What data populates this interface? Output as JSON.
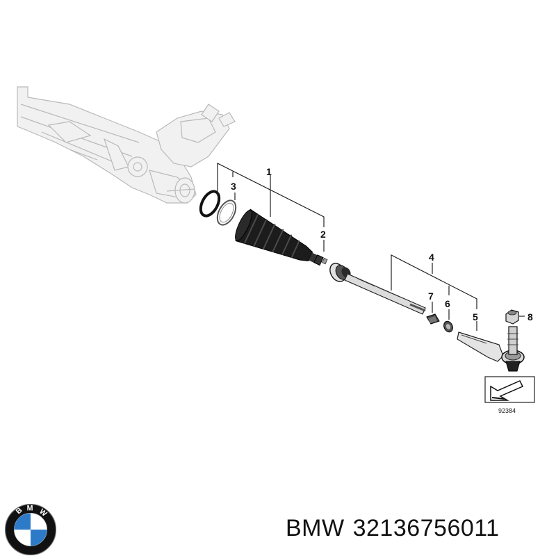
{
  "diagram": {
    "callouts": [
      "1",
      "2",
      "3",
      "4",
      "5",
      "6",
      "7",
      "8"
    ],
    "reference_number": "92384"
  },
  "footer": {
    "brand": "BMW",
    "part_number": "32136756011"
  },
  "logo": {
    "letters": "BMW",
    "colors": {
      "ring": "#111111",
      "blue": "#2d7bc8",
      "white": "#ffffff"
    }
  }
}
